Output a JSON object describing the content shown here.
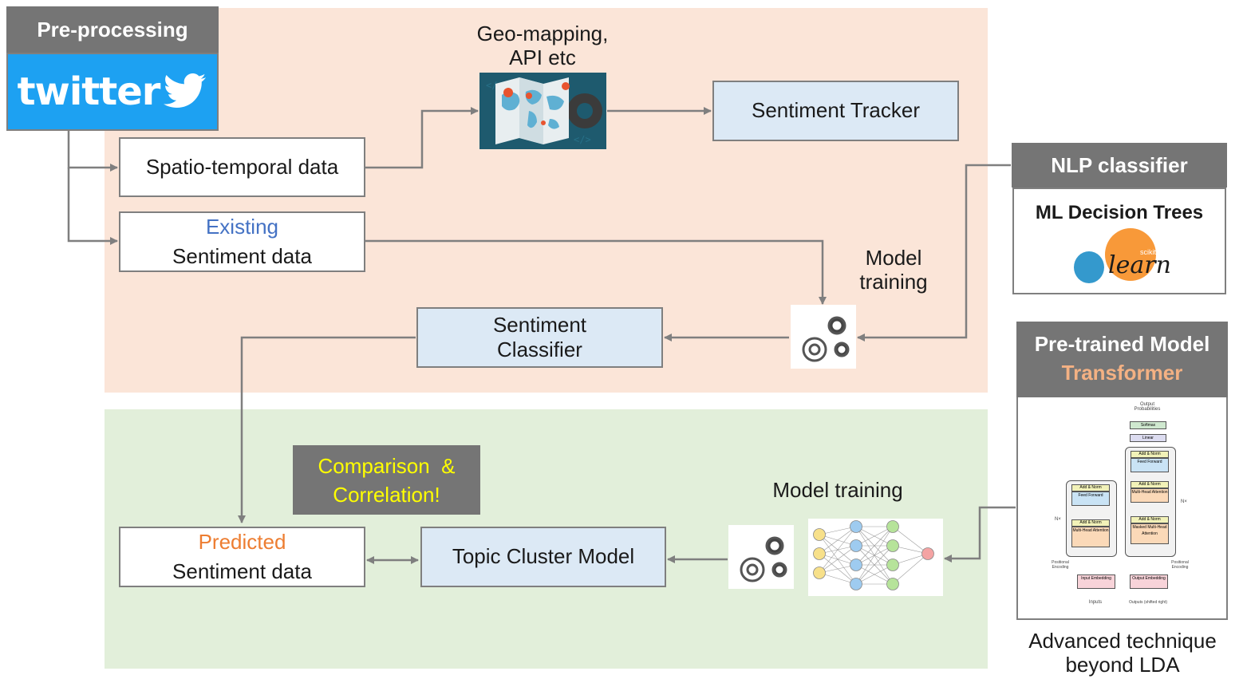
{
  "preprocessing": {
    "header": "Pre-processing",
    "logo_text": "twitter"
  },
  "geo": {
    "caption_line1": "Geo-mapping,",
    "caption_line2": "API etc"
  },
  "boxes": {
    "spatio": "Spatio-temporal data",
    "existing": {
      "line1": "Existing",
      "line2": "Sentiment data"
    },
    "tracker": "Sentiment Tracker",
    "classifier": {
      "line1": "Sentiment",
      "line2": "Classifier"
    },
    "predicted": {
      "line1": "Predicted",
      "line2": "Sentiment data"
    },
    "topic": "Topic Cluster Model"
  },
  "model_training_top": {
    "line1": "Model",
    "line2": "training"
  },
  "model_training_bottom": "Model training",
  "comparison": {
    "line1": "Comparison  &",
    "line2": "Correlation!"
  },
  "nlp": {
    "header": "NLP classifier",
    "title": "ML Decision Trees",
    "logo_text": "learn",
    "logo_small": "scikit"
  },
  "pretrained": {
    "header_line1": "Pre-trained Model",
    "header_line2": "Transformer",
    "diagram_labels": {
      "output_probabilities": "Output Probabilities",
      "softmax": "Softmax",
      "linear": "Linear",
      "add_norm": "Add & Norm",
      "feed_forward": "Feed Forward",
      "multi_head": "Multi-Head Attention",
      "masked_multi_head": "Masked Multi-Head Attention",
      "nx": "N×",
      "positional_encoding": "Positional Encoding",
      "input_embedding": "Input Embedding",
      "output_embedding": "Output Embedding",
      "inputs": "Inputs",
      "outputs": "Outputs (shifted right)"
    }
  },
  "advanced": {
    "line1": "Advanced technique",
    "line2": "beyond LDA"
  },
  "colors": {
    "top_panel": "#fbe5d8",
    "bottom_panel": "#e2efda",
    "blue_box": "#dce9f5",
    "twitter_blue": "#1da1f2",
    "existing_text": "#4472c4",
    "predicted_text": "#ed7d31",
    "transformer_text": "#f4b183",
    "comparison_text": "#ffff00",
    "header_gray": "#757575",
    "arrow": "#7f7f7f"
  }
}
